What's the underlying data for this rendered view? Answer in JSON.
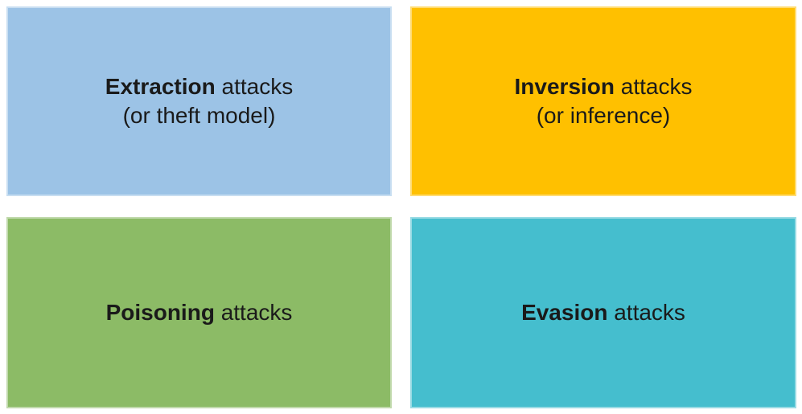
{
  "page": {
    "background": "#FFFFFF",
    "text_color": "#1A1A1A",
    "description": "Four-quadrant diagram of machine learning attack categories"
  },
  "boxes": [
    {
      "id": "extraction",
      "title_bold": "Extraction",
      "title_rest": " attacks",
      "subtitle": "(or theft model)",
      "fill": "#9CC3E6"
    },
    {
      "id": "inversion",
      "title_bold": "Inversion",
      "title_rest": " attacks",
      "subtitle": "(or inference)",
      "fill": "#FFC000"
    },
    {
      "id": "poisoning",
      "title_bold": "Poisoning",
      "title_rest": " attacks",
      "fill": "#8CBB66"
    },
    {
      "id": "evasion",
      "title_bold": "Evasion",
      "title_rest": " attacks",
      "fill": "#45BECE"
    }
  ]
}
